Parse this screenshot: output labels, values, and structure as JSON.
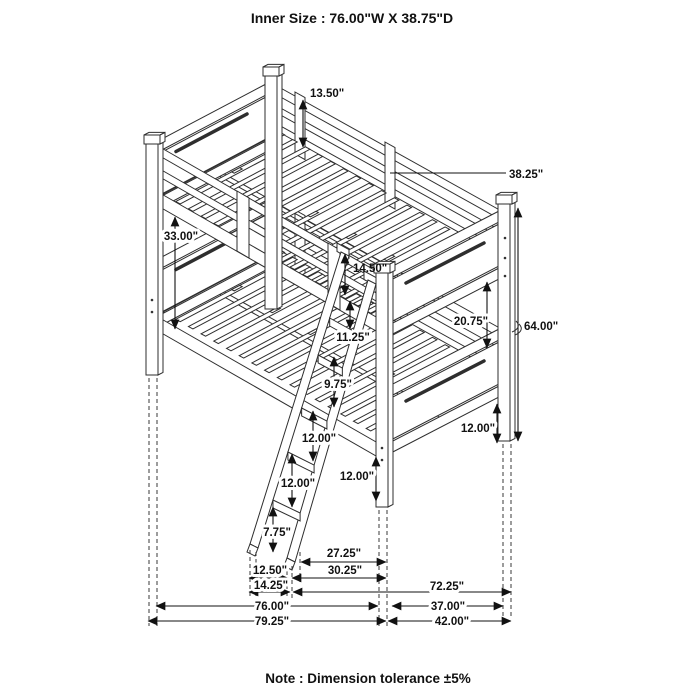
{
  "title": "Inner Size : 76.00\"W X 38.75\"D",
  "note": "Note : Dimension tolerance ±5%",
  "diagram": {
    "subject": "bunk-bed-dimension-drawing",
    "line_color": "#2e2e2e",
    "background": "#ffffff"
  },
  "dims": {
    "guard_rail_height": "13.50\"",
    "slat_depth": "38.25\"",
    "bunk_gap_head": "33.00\"",
    "ladder_hook": "14.50\"",
    "ladder_step_1": "11.25\"",
    "ladder_step_2": "9.75\"",
    "ladder_step_3": "12.00\"",
    "ladder_step_4": "12.00\"",
    "ladder_step_5": "7.75\"",
    "front_leg_clearance": "12.00\"",
    "back_leg_clearance": "12.00\"",
    "footboard_gap": "20.75\"",
    "overall_height": "64.00\"",
    "ladder_reach": "27.25\"",
    "ladder_base_span": "30.25\"",
    "ladder_width_inner": "12.50\"",
    "ladder_width_outer": "14.25\"",
    "base_span_right": "72.25\"",
    "inner_width": "76.00\"",
    "side_inner_depth": "37.00\"",
    "overall_width": "79.25\"",
    "side_overall_depth": "42.00\""
  }
}
